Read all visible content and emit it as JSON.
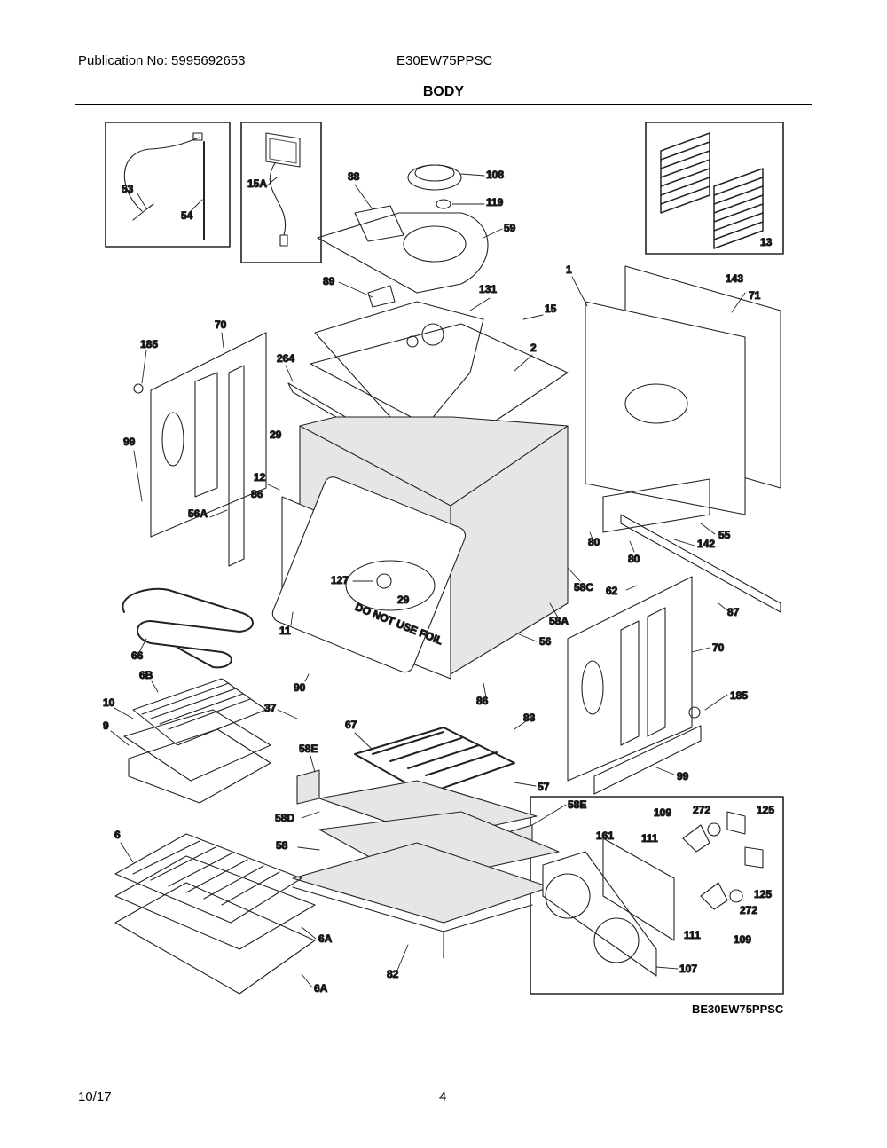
{
  "header": {
    "publication": "Publication No: 5995692653",
    "model": "E30EW75PPSC",
    "title": "BODY"
  },
  "footer": {
    "date": "10/17",
    "page": "4"
  },
  "diagram_code": "BE30EW75PPSC",
  "parts": [
    {
      "id": "p1",
      "label": "1"
    },
    {
      "id": "p2",
      "label": "2"
    },
    {
      "id": "p6",
      "label": "6"
    },
    {
      "id": "p6a1",
      "label": "6A"
    },
    {
      "id": "p6a2",
      "label": "6A"
    },
    {
      "id": "p6b",
      "label": "6B"
    },
    {
      "id": "p9",
      "label": "9"
    },
    {
      "id": "p10",
      "label": "10"
    },
    {
      "id": "p11",
      "label": "11"
    },
    {
      "id": "p12",
      "label": "12"
    },
    {
      "id": "p13",
      "label": "13"
    },
    {
      "id": "p15",
      "label": "15"
    },
    {
      "id": "p15a",
      "label": "15A"
    },
    {
      "id": "p29a",
      "label": "29"
    },
    {
      "id": "p29b",
      "label": "29"
    },
    {
      "id": "p37",
      "label": "37"
    },
    {
      "id": "p53",
      "label": "53"
    },
    {
      "id": "p54",
      "label": "54"
    },
    {
      "id": "p55",
      "label": "55"
    },
    {
      "id": "p56",
      "label": "56"
    },
    {
      "id": "p56a",
      "label": "56A"
    },
    {
      "id": "p57",
      "label": "57"
    },
    {
      "id": "p58",
      "label": "58"
    },
    {
      "id": "p58a",
      "label": "58A"
    },
    {
      "id": "p58c",
      "label": "58C"
    },
    {
      "id": "p58d",
      "label": "58D"
    },
    {
      "id": "p58e1",
      "label": "58E"
    },
    {
      "id": "p58e2",
      "label": "58E"
    },
    {
      "id": "p59",
      "label": "59"
    },
    {
      "id": "p62",
      "label": "62"
    },
    {
      "id": "p66",
      "label": "66"
    },
    {
      "id": "p67",
      "label": "67"
    },
    {
      "id": "p70a",
      "label": "70"
    },
    {
      "id": "p70b",
      "label": "70"
    },
    {
      "id": "p71",
      "label": "71"
    },
    {
      "id": "p80a",
      "label": "80"
    },
    {
      "id": "p80b",
      "label": "80"
    },
    {
      "id": "p82",
      "label": "82"
    },
    {
      "id": "p83",
      "label": "83"
    },
    {
      "id": "p86a",
      "label": "86"
    },
    {
      "id": "p86b",
      "label": "86"
    },
    {
      "id": "p87",
      "label": "87"
    },
    {
      "id": "p88",
      "label": "88"
    },
    {
      "id": "p89",
      "label": "89"
    },
    {
      "id": "p90",
      "label": "90"
    },
    {
      "id": "p99a",
      "label": "99"
    },
    {
      "id": "p99b",
      "label": "99"
    },
    {
      "id": "p107",
      "label": "107"
    },
    {
      "id": "p108",
      "label": "108"
    },
    {
      "id": "p109a",
      "label": "109"
    },
    {
      "id": "p109b",
      "label": "109"
    },
    {
      "id": "p111a",
      "label": "111"
    },
    {
      "id": "p111b",
      "label": "111"
    },
    {
      "id": "p119",
      "label": "119"
    },
    {
      "id": "p125a",
      "label": "125"
    },
    {
      "id": "p125b",
      "label": "125"
    },
    {
      "id": "p127",
      "label": "127"
    },
    {
      "id": "p131",
      "label": "131"
    },
    {
      "id": "p142",
      "label": "142"
    },
    {
      "id": "p143",
      "label": "143"
    },
    {
      "id": "p161",
      "label": "161"
    },
    {
      "id": "p185a",
      "label": "185"
    },
    {
      "id": "p185b",
      "label": "185"
    },
    {
      "id": "p264",
      "label": "264"
    },
    {
      "id": "p272a",
      "label": "272"
    },
    {
      "id": "p272b",
      "label": "272"
    }
  ],
  "door_text": "DO NOT USE FOIL"
}
